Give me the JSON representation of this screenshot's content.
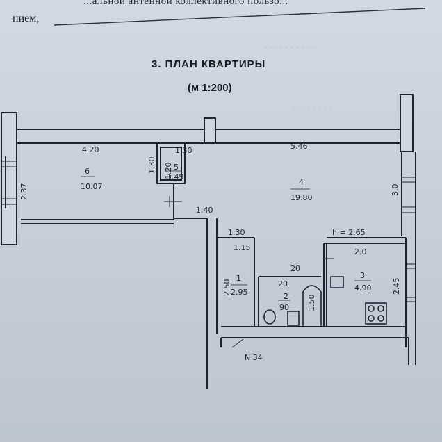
{
  "header": {
    "top_text": "...альной антенной коллективного пользо...",
    "line_label": "нием,",
    "title": "3. ПЛАН КВАРТИРЫ",
    "scale": "(м 1:200)"
  },
  "rooms": [
    {
      "id": "6",
      "area": "10.07"
    },
    {
      "id": "5",
      "area": "1.49"
    },
    {
      "id": "4",
      "area": "19.80"
    },
    {
      "id": "1",
      "area": "2.95"
    },
    {
      "id": "2",
      "area": "90"
    },
    {
      "id": "3",
      "area": "4.90"
    }
  ],
  "dimensions": {
    "d_420": "4.20",
    "d_130a": "1.30",
    "d_130b": "1.30",
    "d_120": "1.20",
    "d_546": "5.46",
    "d_237": "2.37",
    "d_30": "3.0",
    "d_140": "1.40",
    "d_130c": "1.30",
    "d_h265": "h = 2.65",
    "d_115": "1.15",
    "d_20a": "2.0",
    "d_20b": "20",
    "d_20c": "20",
    "d_150": "1.50",
    "d_250": "2.50",
    "d_245": "2.45",
    "d_N34": "N 34"
  }
}
